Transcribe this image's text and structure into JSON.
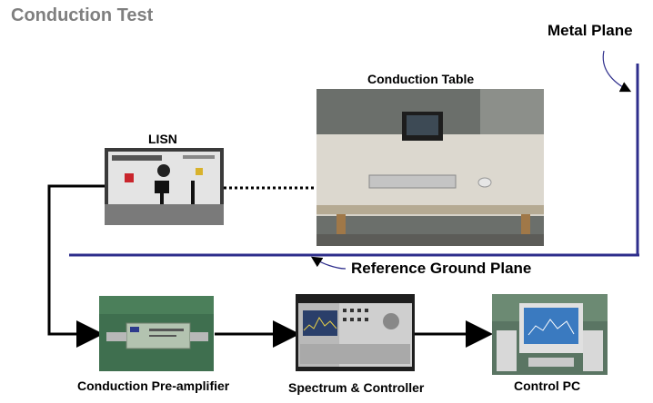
{
  "title": "Conduction Test",
  "labels": {
    "metal_plane": "Metal Plane",
    "conduction_table": "Conduction Table",
    "lisn": "LISN",
    "reference_ground_plane": "Reference Ground Plane",
    "preamplifier": "Conduction Pre-amplifier",
    "spectrum": "Spectrum & Controller",
    "control_pc": "Control PC"
  },
  "colors": {
    "title": "#7f7f7f",
    "plane_line": "#2e2e8c",
    "wire": "#000000"
  },
  "icons": [
    "lisn-photo",
    "conduction-table-photo",
    "preamplifier-photo",
    "spectrum-analyzer-photo",
    "control-pc-photo"
  ]
}
